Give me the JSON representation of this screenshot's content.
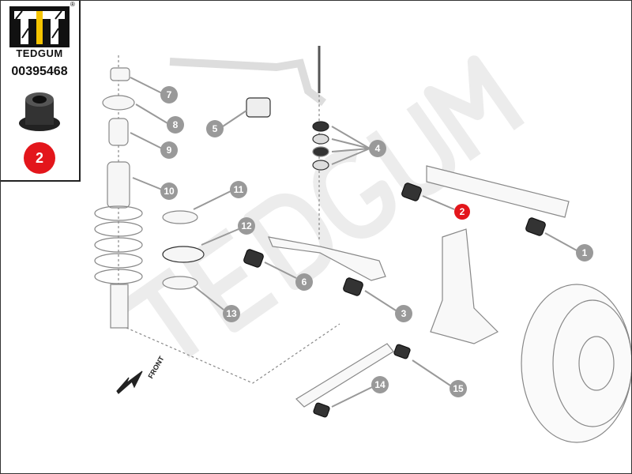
{
  "brand": {
    "name": "TEDGUM",
    "registered": "®",
    "part_number": "00395468",
    "highlight_label": "2"
  },
  "watermark": "TEDGUM",
  "front_label": "FRONT",
  "callouts": [
    "1",
    "2",
    "3",
    "4",
    "5",
    "6",
    "7",
    "8",
    "9",
    "10",
    "11",
    "12",
    "13",
    "14",
    "15"
  ],
  "colors": {
    "accent": "#e3161b",
    "callout": "#999999",
    "logo_yellow": "#f5c400"
  }
}
